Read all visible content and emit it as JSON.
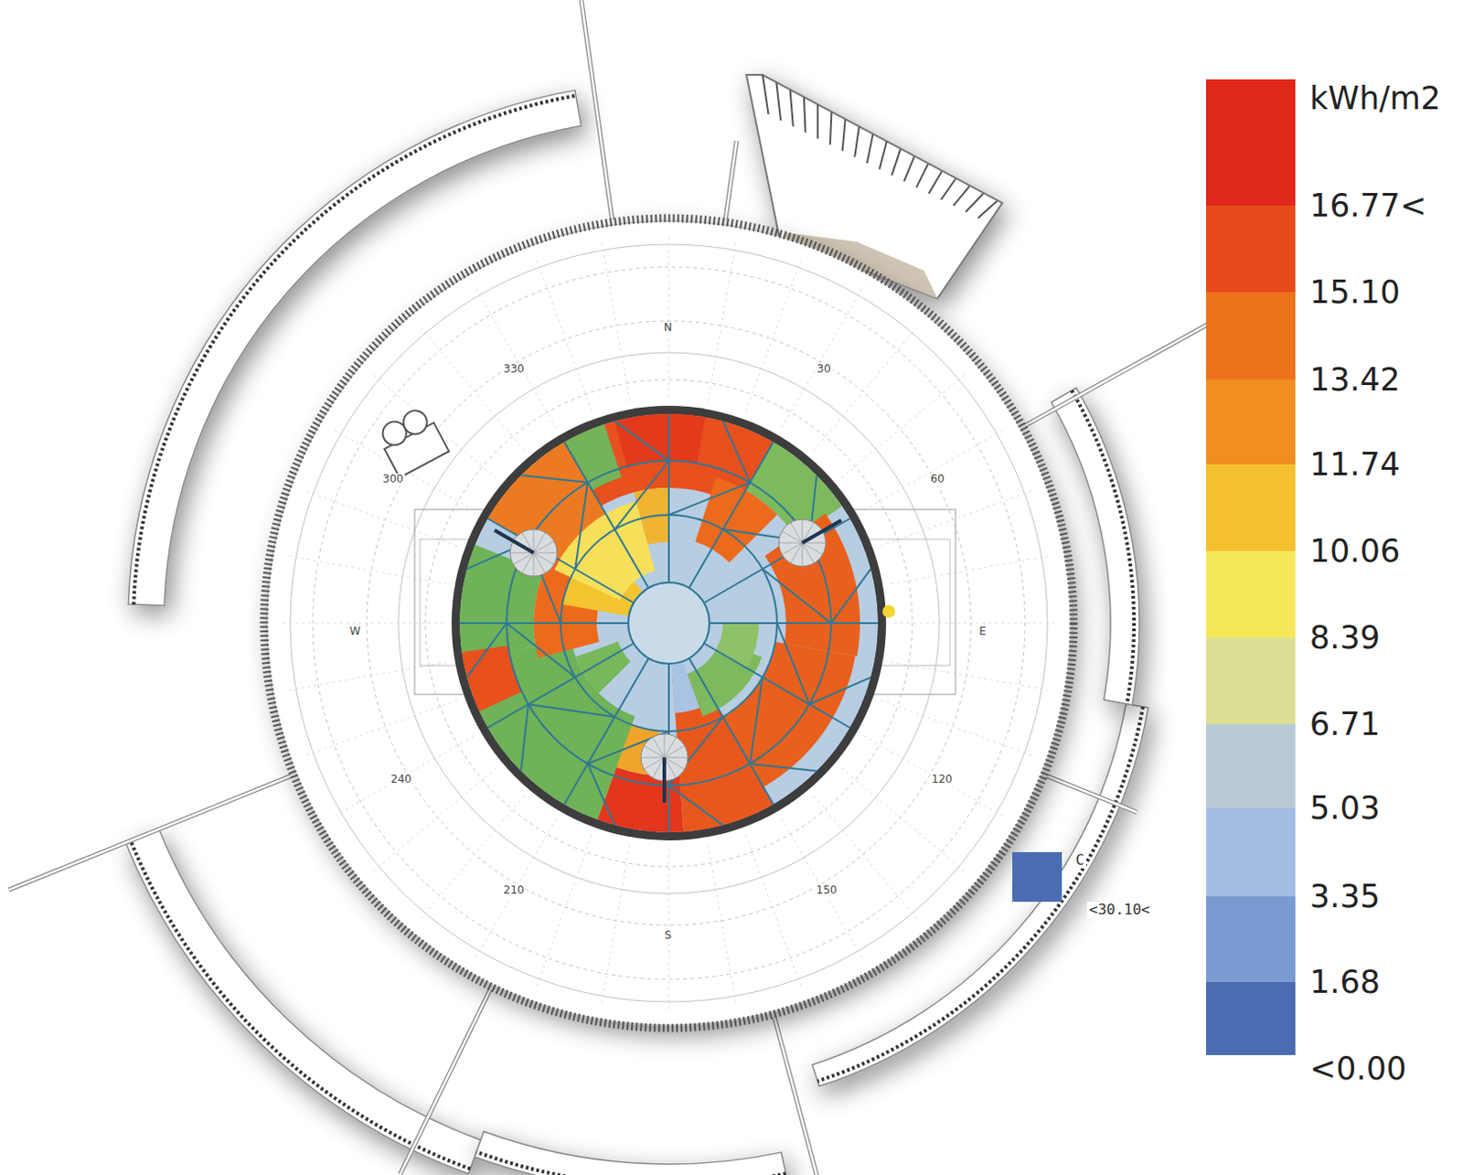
{
  "diagram": {
    "labels": [
      "kWh/m2",
      "N",
      "330",
      "30",
      "300",
      "60",
      "W",
      "E",
      "240",
      "120",
      "210",
      "150",
      "S",
      "C",
      "<30.10<"
    ],
    "legend": [
      {
        "text": "16.77<",
        "color": "#e0281b"
      },
      {
        "text": "15.10",
        "color": "#e84a1b"
      },
      {
        "text": "13.42",
        "color": "#ec721c"
      },
      {
        "text": "11.74",
        "color": "#f08e1f"
      },
      {
        "text": "10.06",
        "color": "#f4c02f"
      },
      {
        "text": "8.39",
        "color": "#f6e85a"
      },
      {
        "text": "6.71",
        "color": "#dcdf93"
      },
      {
        "text": "5.03",
        "color": "#b9cbd8"
      },
      {
        "text": "3.35",
        "color": "#a3bde3"
      },
      {
        "text": "1.68",
        "color": "#7a9bd1"
      },
      {
        "text": "<0.00",
        "color": "#4b6cb0"
      }
    ]
  }
}
